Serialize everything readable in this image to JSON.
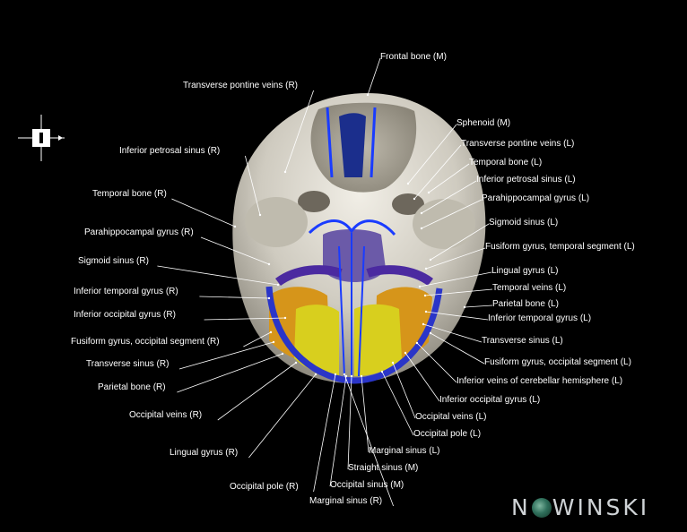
{
  "labels_left": [
    {
      "id": "transverse-pontine-veins-r",
      "text": "Transverse pontine veins (R)"
    },
    {
      "id": "inferior-petrosal-sinus-r",
      "text": "Inferior petrosal sinus (R)"
    },
    {
      "id": "temporal-bone-r",
      "text": "Temporal bone (R)"
    },
    {
      "id": "parahippocampal-gyrus-r",
      "text": "Parahippocampal gyrus (R)"
    },
    {
      "id": "sigmoid-sinus-r",
      "text": "Sigmoid sinus (R)"
    },
    {
      "id": "inferior-temporal-gyrus-r",
      "text": "Inferior temporal gyrus (R)"
    },
    {
      "id": "inferior-occipital-gyrus-r",
      "text": "Inferior occipital gyrus (R)"
    },
    {
      "id": "fusiform-gyrus-occipital-segment-r",
      "text": "Fusiform gyrus, occipital segment (R)"
    },
    {
      "id": "transverse-sinus-r",
      "text": "Transverse sinus (R)"
    },
    {
      "id": "parietal-bone-r",
      "text": "Parietal bone (R)"
    },
    {
      "id": "occipital-veins-r",
      "text": "Occipital veins (R)"
    },
    {
      "id": "lingual-gyrus-r",
      "text": "Lingual gyrus (R)"
    },
    {
      "id": "occipital-pole-r",
      "text": "Occipital pole (R)"
    },
    {
      "id": "marginal-sinus-r",
      "text": "Marginal sinus (R)"
    }
  ],
  "labels_right": [
    {
      "id": "frontal-bone-m",
      "text": "Frontal bone (M)"
    },
    {
      "id": "sphenoid-m",
      "text": "Sphenoid (M)"
    },
    {
      "id": "transverse-pontine-veins-l",
      "text": "Transverse pontine veins (L)"
    },
    {
      "id": "temporal-bone-l",
      "text": "Temporal bone (L)"
    },
    {
      "id": "inferior-petrosal-sinus-l",
      "text": "Inferior petrosal sinus (L)"
    },
    {
      "id": "parahippocampal-gyrus-l",
      "text": "Parahippocampal gyrus (L)"
    },
    {
      "id": "sigmoid-sinus-l",
      "text": "Sigmoid sinus (L)"
    },
    {
      "id": "fusiform-gyrus-temporal-segment-l",
      "text": "Fusiform gyrus, temporal segment (L)"
    },
    {
      "id": "lingual-gyrus-l",
      "text": "Lingual gyrus (L)"
    },
    {
      "id": "temporal-veins-l",
      "text": "Temporal veins (L)"
    },
    {
      "id": "parietal-bone-l",
      "text": "Parietal bone (L)"
    },
    {
      "id": "inferior-temporal-gyrus-l",
      "text": "Inferior temporal gyrus (L)"
    },
    {
      "id": "transverse-sinus-l",
      "text": "Transverse sinus (L)"
    },
    {
      "id": "fusiform-gyrus-occipital-segment-l",
      "text": "Fusiform gyrus, occipital segment (L)"
    },
    {
      "id": "inferior-veins-of-cerebellar-hemisphere-l",
      "text": "Inferior veins of cerebellar hemisphere (L)"
    },
    {
      "id": "inferior-occipital-gyrus-l",
      "text": "Inferior occipital gyrus (L)"
    },
    {
      "id": "occipital-veins-l",
      "text": "Occipital veins (L)"
    },
    {
      "id": "occipital-pole-l",
      "text": "Occipital pole (L)"
    },
    {
      "id": "marginal-sinus-l",
      "text": "Marginal sinus (L)"
    },
    {
      "id": "straight-sinus-m",
      "text": "Straight sinus (M)"
    },
    {
      "id": "occipital-sinus-m",
      "text": "Occipital sinus (M)"
    }
  ],
  "brand": {
    "text_a": "N",
    "text_b": "W",
    "text_c": "I",
    "text_d": "N",
    "text_e": "S",
    "text_f": "K",
    "text_g": "I"
  },
  "colors": {
    "background": "#000000",
    "bone": "#d9d6cc",
    "sinus": "#2a35c8",
    "vein": "#1a3cff",
    "gyrus_yellow": "#d8cf1e",
    "gyrus_orange": "#d99a18",
    "gyrus_purple": "#5a2d9a",
    "leader_line": "#ffffff"
  }
}
